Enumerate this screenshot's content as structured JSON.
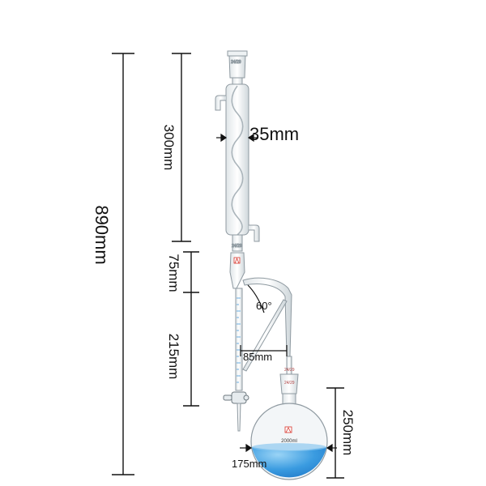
{
  "dimensions": {
    "total_height": "890mm",
    "condenser_length": "300mm",
    "condenser_diameter": "35mm",
    "adapter_height": "75mm",
    "burette_height": "215mm",
    "side_arm_offset": "85mm",
    "side_arm_angle": "60°",
    "flask_height": "250mm",
    "flask_diameter": "175mm"
  },
  "markings": {
    "top_joint": "24/29",
    "middle_joint": "24/29",
    "flask_joint_top": "24/29",
    "flask_joint": "24/29",
    "flask_volume": "2000ml"
  },
  "colors": {
    "line": "#111111",
    "glass": "#9aa6ad",
    "liquid": "#2f8fd8",
    "liquid_light": "#7cc3f0",
    "logo": "#d8342b"
  }
}
